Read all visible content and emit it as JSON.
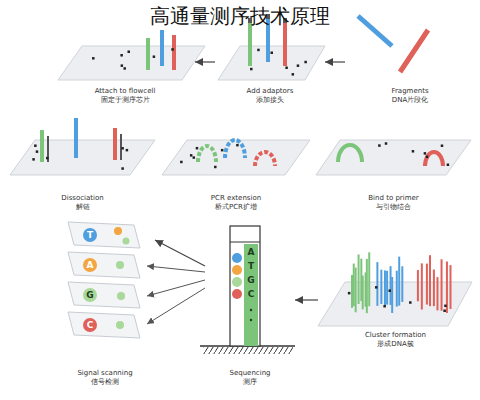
{
  "diagram": {
    "title": "高通量测序技术原理",
    "nodes": [
      {
        "text": [
          "Fragments",
          "DNA片段化"
        ]
      },
      {
        "text": [
          "Add adaptors",
          "添加接头"
        ]
      },
      {
        "text": [
          "Attach to flowcell",
          "固定于测序芯片"
        ]
      },
      {
        "text": [
          "Bind to primer",
          "与引物结合"
        ]
      },
      {
        "text": [
          "PCR extension",
          "桥式PCR扩增"
        ]
      },
      {
        "text": [
          "Dissociation",
          "解链"
        ]
      },
      {
        "text": [
          "Cluster formation",
          "形成DNA簇"
        ]
      },
      {
        "text": [
          "Sequencing",
          "测序"
        ]
      },
      {
        "text": [
          "Signal scanning",
          "信号检测"
        ]
      }
    ],
    "edges": [
      {
        "from": 0,
        "to": 1,
        "arrow": "to"
      },
      {
        "from": 1,
        "to": 2,
        "arrow": "to"
      },
      {
        "from": 6,
        "to": 7,
        "arrow": "to"
      },
      {
        "from": 7,
        "to": 8,
        "arrow": "to"
      }
    ],
    "labels": [
      "A",
      "T",
      "G",
      "C",
      "T",
      "A",
      "G",
      "C"
    ]
  }
}
